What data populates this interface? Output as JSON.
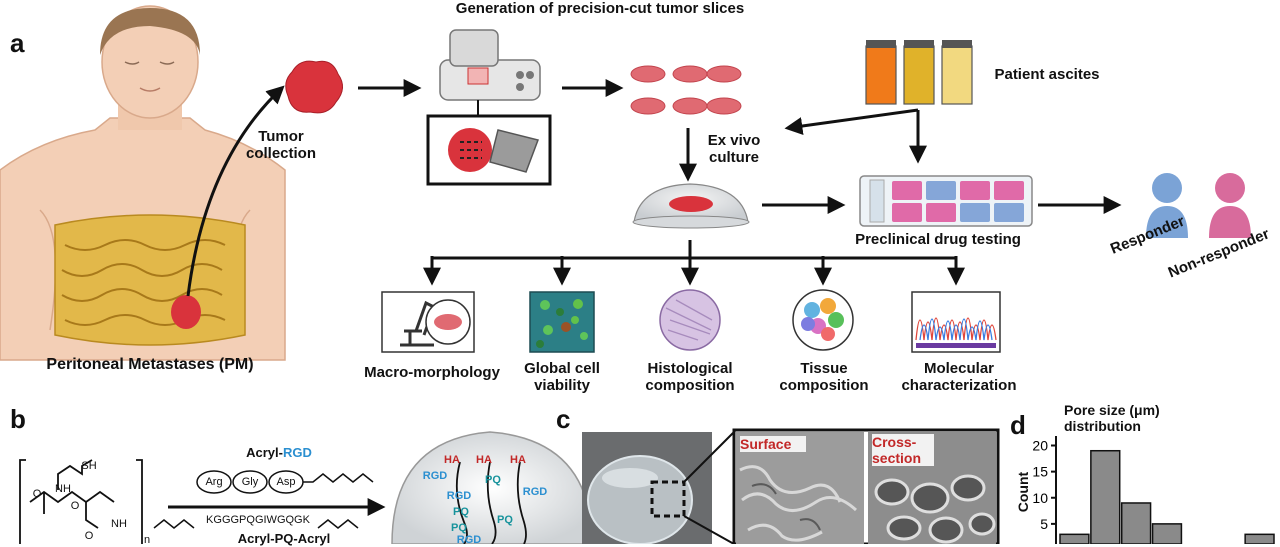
{
  "panel_a": {
    "letter": "a",
    "title": "Generation of precision-cut tumor slices",
    "pm_label": "Peritoneal Metastases (PM)",
    "tumor_collection": [
      "Tumor",
      "collection"
    ],
    "patient_ascites": "Patient ascites",
    "ex_vivo": [
      "Ex vivo",
      "culture"
    ],
    "drug_testing": "Preclinical drug testing",
    "responder": "Responder",
    "non_responder": "Non-responder",
    "readouts": [
      {
        "lines": [
          "Macro-morphology"
        ],
        "icon": "microscope-icon"
      },
      {
        "lines": [
          "Global cell",
          "viability"
        ],
        "icon": "viability-stain-icon"
      },
      {
        "lines": [
          "Histological",
          "composition"
        ],
        "icon": "histology-icon"
      },
      {
        "lines": [
          "Tissue",
          "composition"
        ],
        "icon": "cell-cluster-icon"
      },
      {
        "lines": [
          "Molecular",
          "characterization"
        ],
        "icon": "chromatogram-icon"
      }
    ],
    "colors": {
      "tumor": "#d64550",
      "responder": "#7ba3d6",
      "non_responder": "#d86b9c",
      "ascites": [
        "#f07a1a",
        "#e0b22a",
        "#f2d980"
      ]
    }
  },
  "panel_b": {
    "letter": "b",
    "acryl_rgd_prefix": "Acryl-",
    "acryl_rgd_suffix": "RGD",
    "peptide_residues": [
      "Arg",
      "Gly",
      "Asp"
    ],
    "sequence": "KGGGPQGIWGQGK",
    "acryl_pq_acryl": "Acryl-PQ-Acryl",
    "chem_labels": [
      "SH",
      "NH",
      "O",
      "O",
      "NH",
      "O",
      "n"
    ],
    "gel_labels": [
      "HA",
      "HA",
      "HA",
      "RGD",
      "PQ",
      "RGD",
      "PQ",
      "PQ",
      "PQ",
      "RGD",
      "RGD"
    ]
  },
  "panel_c": {
    "letter": "c",
    "surface": "Surface",
    "cross_section": [
      "Cross-",
      "section"
    ]
  },
  "panel_d": {
    "letter": "d",
    "title": [
      "Pore size (μm)",
      "distribution"
    ]
  },
  "chart_data": {
    "type": "bar",
    "title": "Pore size (μm) distribution",
    "ylabel": "Count",
    "ylim": [
      0,
      20
    ],
    "yticks": [
      5,
      10,
      15,
      20
    ],
    "values": [
      3,
      19,
      9,
      5,
      0,
      0,
      3
    ]
  }
}
